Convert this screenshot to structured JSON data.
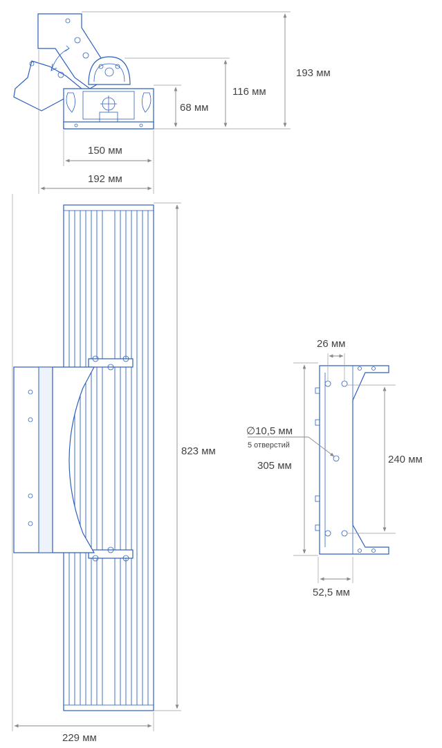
{
  "colors": {
    "part_outline": "#2b5fbf",
    "part_fill": "#ffffff",
    "part_shade": "#eef3fb",
    "dimension_line": "#8a8a8a",
    "dimension_text": "#444444",
    "background": "#ffffff"
  },
  "side_view": {
    "dim_width_base": "150 мм",
    "dim_width_bracket": "192 мм",
    "dim_height_base": "68 мм",
    "dim_height_pivot": "116 мм",
    "dim_height_total": "193 мм"
  },
  "front_view": {
    "dim_length": "823 мм",
    "dim_width": "229 мм"
  },
  "bracket_view": {
    "dim_hole_offset": "26 мм",
    "dim_hole_diameter": "∅10,5 мм",
    "dim_hole_count": "5 отверстий",
    "dim_height": "305 мм",
    "dim_hole_spacing": "240 мм",
    "dim_depth": "52,5 мм"
  }
}
